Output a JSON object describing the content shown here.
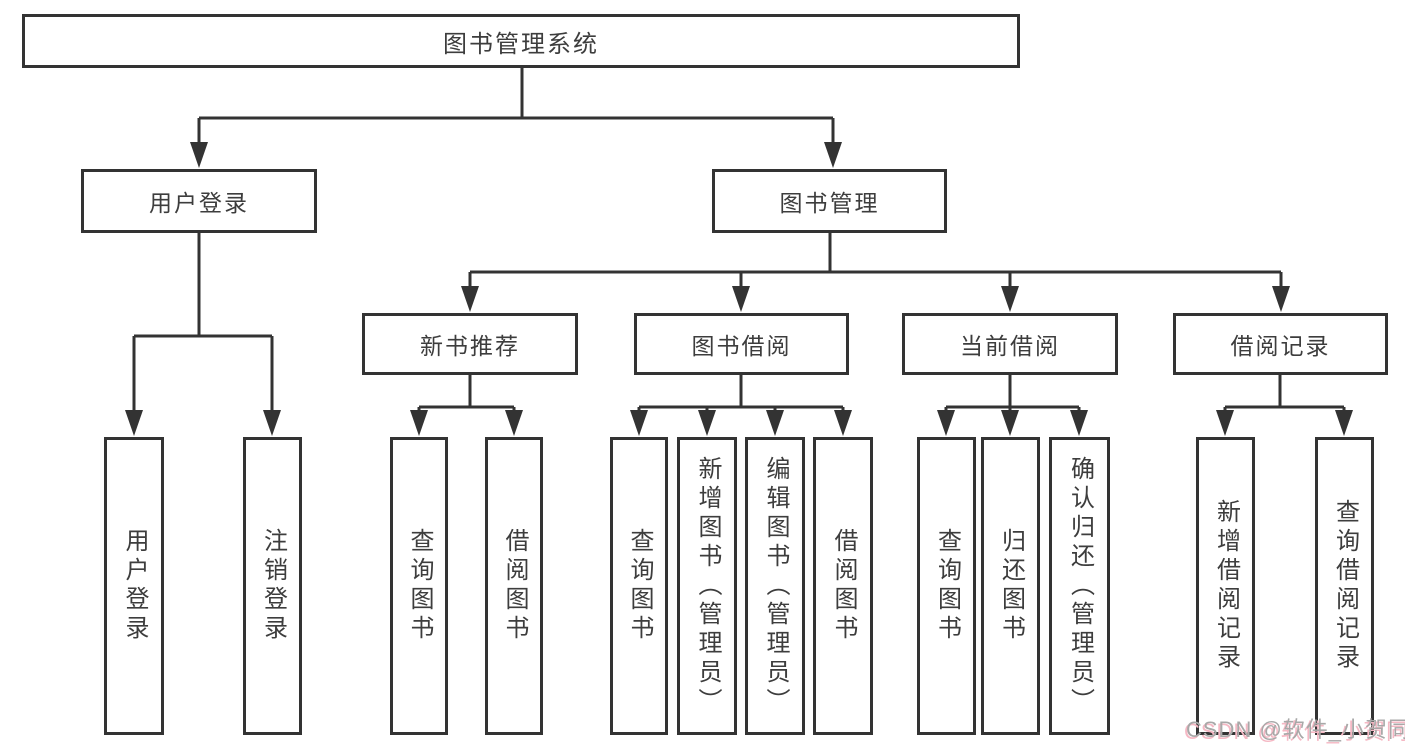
{
  "diagram": {
    "root": {
      "label": "图书管理系统"
    },
    "level2": [
      {
        "label": "用户登录"
      },
      {
        "label": "图书管理"
      }
    ],
    "level3": [
      {
        "label": "新书推荐"
      },
      {
        "label": "图书借阅"
      },
      {
        "label": "当前借阅"
      },
      {
        "label": "借阅记录"
      }
    ],
    "leaves": {
      "user_login": [
        "用户登录",
        "注销登录"
      ],
      "new_books": [
        "查询图书",
        "借阅图书"
      ],
      "book_borrow": [
        "查询图书",
        "新增图书（管理员）",
        "编辑图书（管理员）",
        "借阅图书"
      ],
      "current_borrow": [
        "查询图书",
        "归还图书",
        "确认归还（管理员）"
      ],
      "borrow_records": [
        "新增借阅记录",
        "查询借阅记录"
      ]
    }
  },
  "watermark": {
    "text": "CSDN @软件_小贺同学"
  },
  "colors": {
    "line": "#333333",
    "box_border": "#333333",
    "text": "#3d3d3d",
    "watermark_text": "#a8a8a8",
    "watermark_shadow": "#f5b8c4"
  }
}
